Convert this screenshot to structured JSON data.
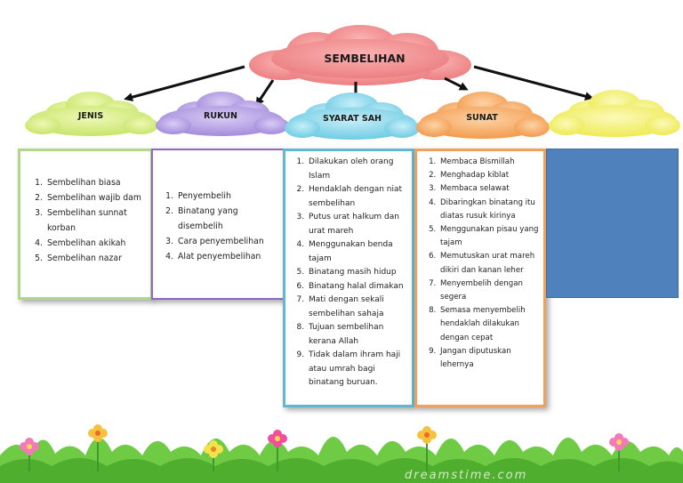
{
  "diagram": {
    "title": "SEMBELIHAN",
    "categories": [
      {
        "id": "jenis",
        "label": "JENIS",
        "cloud_color": "#d6ec8a",
        "items": [
          "Sembelihan biasa",
          "Sembelihan wajib dam",
          "Sembelihan sunnat korban",
          "Sembelihan akikah",
          "Sembelihan nazar"
        ]
      },
      {
        "id": "rukun",
        "label": "RUKUN",
        "cloud_color": "#b7a2e4",
        "items": [
          "Penyembelih",
          "Binatang yang disembelih",
          "Cara penyembelihan",
          "Alat penyembelihan"
        ]
      },
      {
        "id": "syarat",
        "label": "SYARAT SAH",
        "cloud_color": "#8fd6ec",
        "items": [
          "Dilakukan oleh orang Islam",
          "Hendaklah dengan niat sembelihan",
          "Putus urat halkum dan urat mareh",
          "Menggunakan benda tajam",
          "Binatang masih hidup",
          "Binatang halal dimakan",
          "Mati dengan sekali sembelihan sahaja",
          "Tujuan sembelihan kerana Allah",
          "Tidak dalam ihram haji atau umrah bagi binatang buruan."
        ]
      },
      {
        "id": "sunat",
        "label": "SUNAT",
        "cloud_color": "#f6b06a",
        "items": [
          "Membaca Bismillah",
          "Menghadap kiblat",
          "Membaca selawat",
          "Dibaringkan binatang itu diatas rusuk kirinya",
          "Menggunakan pisau yang tajam",
          "Memutuskan urat mareh dikiri dan kanan leher",
          "Menyembelih dengan segera",
          "Semasa menyembelih hendaklah dilakukan dengan cepat",
          "Jangan diputuskan lehernya"
        ]
      },
      {
        "id": "blank",
        "label": "",
        "cloud_color": "#f2f07a",
        "items": []
      }
    ],
    "colors": {
      "title_cloud": "#f28b8b",
      "arrow": "#111111",
      "empty_box": "#4f81bd",
      "grass": "#5fbf3a"
    },
    "watermark": "dreamstime.com"
  }
}
